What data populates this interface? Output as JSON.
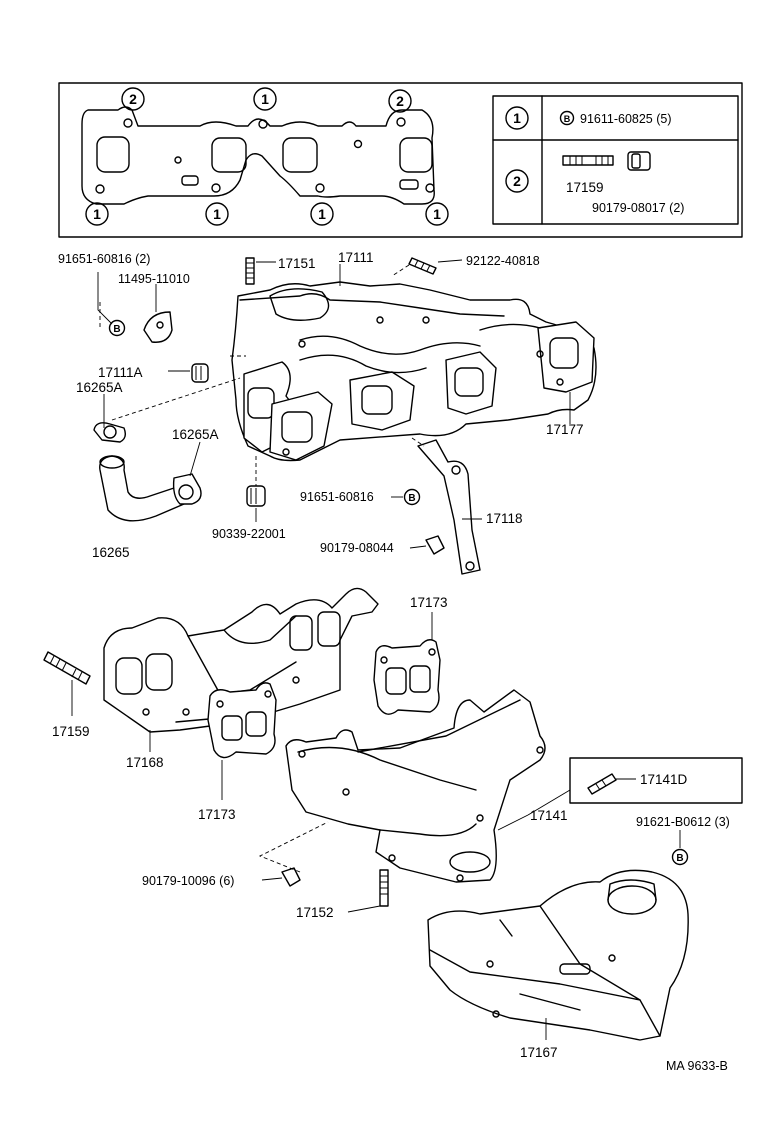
{
  "gasket_legend": {
    "markers": {
      "ring1": "1",
      "ring2": "2",
      "b": "B"
    },
    "rows": [
      {
        "marker": "1",
        "part": "91611-60825 (5)"
      },
      {
        "marker": "2",
        "part_a": "17159",
        "part_b": "90179-08017 (2)"
      }
    ]
  },
  "labels": {
    "p91651_60816_2": "91651-60816 (2)",
    "p11495_11010": "11495-11010",
    "p17151": "17151",
    "p17111": "17111",
    "p92122_40818": "92122-40818",
    "p17111A": "17111A",
    "p16265A_top": "16265A",
    "p16265A_mid": "16265A",
    "p16265": "16265",
    "p17177": "17177",
    "p90339_22001": "90339-22001",
    "p91651_60816": "91651-60816",
    "p17118": "17118",
    "p90179_08044": "90179-08044",
    "p17173_top": "17173",
    "p17159": "17159",
    "p17168": "17168",
    "p17173_low": "17173",
    "p17141D": "17141D",
    "p17141": "17141",
    "p91621_B0612": "91621-B0612 (3)",
    "p90179_10096": "90179-10096 (6)",
    "p17152": "17152",
    "p17167": "17167"
  },
  "diagram_code": "MA  9633-B"
}
